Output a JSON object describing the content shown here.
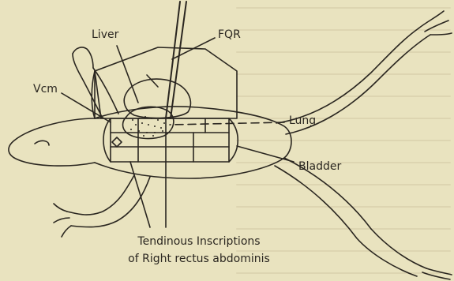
{
  "labels": {
    "liver": "Liver",
    "fqr": "FQR",
    "vcm": "Vcm",
    "lung": "Lung",
    "bladder": "Bladder"
  },
  "caption": {
    "line1": "Tendinous Inscriptions",
    "line2": "of Right rectus abdominis"
  },
  "colors": {
    "background": "#e9e3bf",
    "ink": "#2a2620"
  }
}
